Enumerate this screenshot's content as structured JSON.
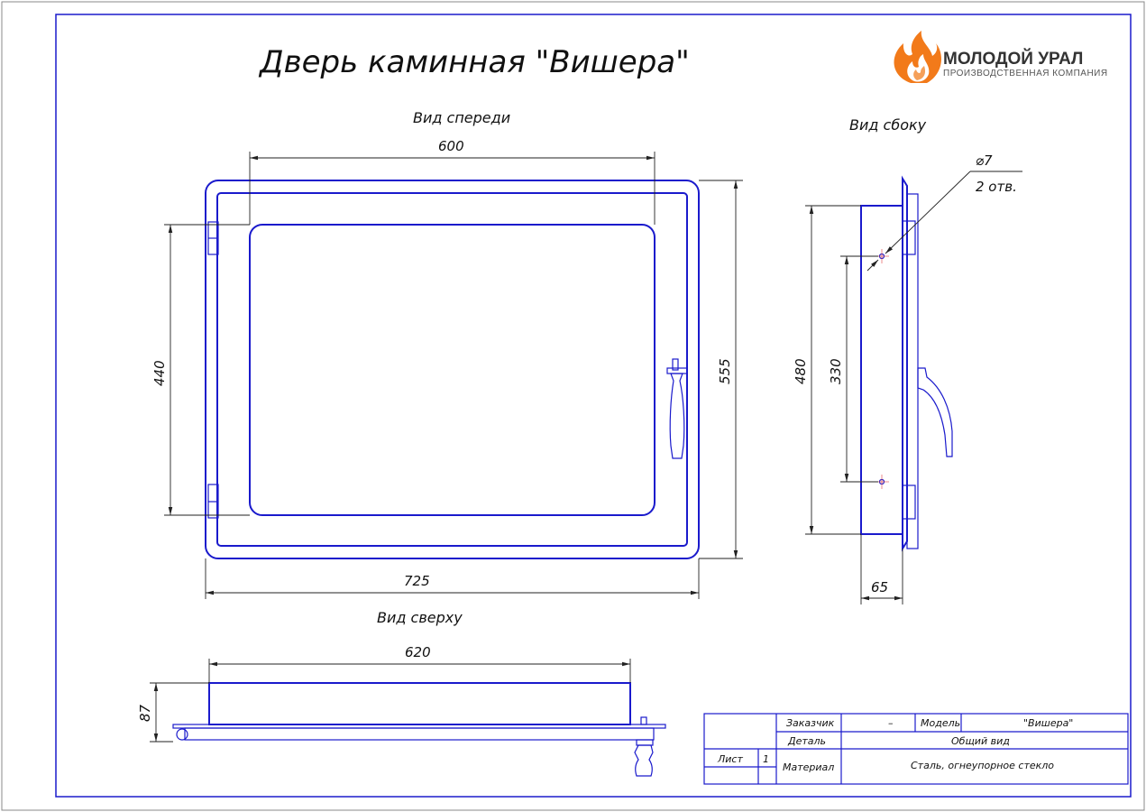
{
  "title": "Дверь каминная \"Вишера\"",
  "logo": {
    "name": "МОЛОДОЙ УРАЛ",
    "subtitle": "ПРОИЗВОДСТВЕННАЯ КОМПАНИЯ",
    "icon": "flame-icon",
    "colors": {
      "orange": "#f27a1a",
      "dark": "#333333"
    }
  },
  "views": {
    "front": "Вид спереди",
    "side": "Вид сбоку",
    "top": "Вид сверху"
  },
  "dimensions": {
    "front_glass_width": "600",
    "front_glass_height": "440",
    "front_total_height": "555",
    "front_total_width": "725",
    "side_hole_diameter": "⌀7",
    "side_hole_count": "2 отв.",
    "side_height": "480",
    "side_hole_spacing": "330",
    "side_depth": "65",
    "top_width": "620",
    "top_depth": "87"
  },
  "title_block": {
    "customer_label": "Заказчик",
    "customer_value": "–",
    "model_label": "Модель",
    "model_value": "\"Вишера\"",
    "detail_label": "Деталь",
    "detail_value": "Общий вид",
    "sheet_label": "Лист",
    "sheet_value": "1",
    "material_label": "Материал",
    "material_value": "Сталь, огнеупорное стекло"
  },
  "colors": {
    "ink": "#1a1acc",
    "dimension": "#222222"
  }
}
